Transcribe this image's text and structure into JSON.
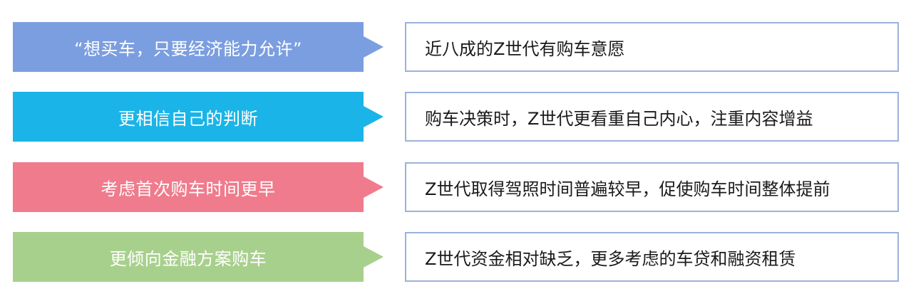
{
  "rows": [
    {
      "label": "“想买车，只要经济能力允许”",
      "description": "近八成的Z世代有购车意愿",
      "color": "#7b9ee0"
    },
    {
      "label": "更相信自己的判断",
      "description": "购车决策时，Z世代更看重自己内心，注重内容增益",
      "color": "#1ab4e8"
    },
    {
      "label": "考虑首次购车时间更早",
      "description": "Z世代取得驾照时间普遍较早，促使购车时间整体提前",
      "color": "#f07b8c"
    },
    {
      "label": "更倾向金融方案购车",
      "description": "Z世代资金相对缺乏，更多考虑的车贷和融资租赁",
      "color": "#a8d08d"
    }
  ],
  "box_border_color": "#9bb2dc"
}
